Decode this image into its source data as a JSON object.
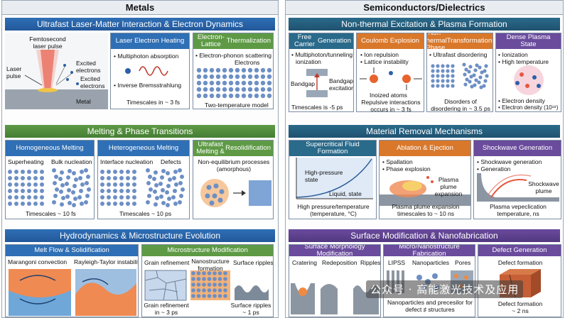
{
  "left": {
    "title": "Metals",
    "s1": {
      "band": "Ultrafast Laser-Matter Interaction & Electron Dynamics",
      "intro": {
        "l1": "Femtosecond",
        "l2": "laser pulse",
        "laser": "Laser",
        "pulse": "pulse",
        "exc1a": "Excited",
        "exc1b": "electrons",
        "exc2a": "Excited",
        "exc2b": "electrons",
        "metal": "Metal"
      },
      "heat": {
        "title": "Laser Electron Heating",
        "b1": "• Multiphoton absorption",
        "b2": "• Inverse Bremsstrahlung",
        "ts": "Timescales in ~ 3 fs"
      },
      "therm": {
        "title1": "Electron-Lattice",
        "title2": "Thermalization",
        "b1": "• Electron-phonon scattering",
        "b2": "Electrons",
        "model": "Two-temperature model"
      }
    },
    "s2": {
      "band": "Melting & Phase Transitions",
      "homo": {
        "title": "Homogeneous Melting",
        "a": "Superheating",
        "b": "Bulk nucleation",
        "ts": "Timescales ~ 10 fs"
      },
      "hetero": {
        "title": "Heterogeneous Melting",
        "a": "Interface nucleation",
        "b": "Defects",
        "ts": "Timescales ~ 10 ps"
      },
      "ultra": {
        "title1": "Ultrafast Melting &",
        "title2": "Resolidification",
        "a1": "Non-equilibrium processes",
        "a2": "(amorphous)"
      }
    },
    "s3": {
      "band": "Hydrodynamics & Microstructure Evolution",
      "flow": {
        "title": "Melt Flow & Solidification",
        "a": "Marangoni convection",
        "b": "Rayleigh-Taylor instability"
      },
      "micro": {
        "title": "Microstructure Modification",
        "a": "Grain refinement",
        "b1": "Nanostructure",
        "b2": "formation",
        "c": "Surface ripples",
        "d1": "Grain refinement",
        "d2": "in ~ 3 ps",
        "e1": "Surface ripples",
        "e2": "~ 1 ps"
      }
    }
  },
  "right": {
    "title": "Semiconductors/Dielectrics",
    "s1": {
      "band": "Non-thermal Excitation & Plasma Formation",
      "fcg": {
        "title1": "Free Carrier",
        "title2": "Generation",
        "b1": "• Multiphoton/tunneling",
        "b2": "ionization",
        "bandgap": "Bandgap",
        "bexc1": "Bandgap",
        "bexc2": "excitation",
        "ts": "Timescales is -5 ps"
      },
      "coul": {
        "title": "Coulomb Explosion",
        "b1": "• Ion repulsion",
        "b2": "• Lattice instability",
        "ion": "Inoized atoms",
        "r1": "Repulsive interactions",
        "r2": "occurs in ~ 3 fs"
      },
      "ntp": {
        "title1": "Non-thermal Phase",
        "title2": "Transformations",
        "b1": "• Ultrafast disordering",
        "d1": "Disorders of",
        "d2": "disordering in ~ 3.5 ps"
      },
      "dps": {
        "title": "Dense Plasma State",
        "b1": "• Ionization",
        "b2": "• High temperature",
        "e1": "• Electron density",
        "e2": "• Electron density (10¹⁸)"
      }
    },
    "s2": {
      "band": "Material Removal Mechanisms",
      "sff": {
        "title": "Supercritical Fluid Formation",
        "hp1": "High-pressure",
        "hp2": "state",
        "liq": "Liquid, state",
        "ax1": "High pressure/temperature",
        "ax2": "(temperature, °C)"
      },
      "abl": {
        "title": "Ablation & Ejection",
        "b1": "• Spallation",
        "b2": "• Phase explosion",
        "p1": "Plasma",
        "p2": "plume",
        "p3": "expansion",
        "c1": "Plasma plume expansion",
        "c2": "timescales to ~ 10 ns"
      },
      "shock": {
        "title": "Shockwave Generation",
        "b1": "• Shockwave generation",
        "b2": "• Generation",
        "s1": "Shockwave",
        "s2": "plume",
        "c1": "Plasma vepeclication",
        "c2": "temperature, ns"
      }
    },
    "s3": {
      "band": "Surface Modification & Nanofabrication",
      "morph": {
        "title": "Surface Morphology Modification",
        "a": "Cratering",
        "b": "Redeposition",
        "c": "Ripples"
      },
      "fab": {
        "title": "Micro/Nanostructure Fabrication",
        "a": "LIPSS",
        "b": "Nanoparticles",
        "c": "Pores",
        "d1": "Nanoparticles and precesilor for",
        "d2": "defect ♯ structures"
      },
      "def": {
        "title": "Defect Generation",
        "a": "Defect formation",
        "b1": "Defect formation",
        "b2": "~ 2 ns"
      }
    }
  },
  "watermark": "公众号 · 高能激光技术及应用"
}
